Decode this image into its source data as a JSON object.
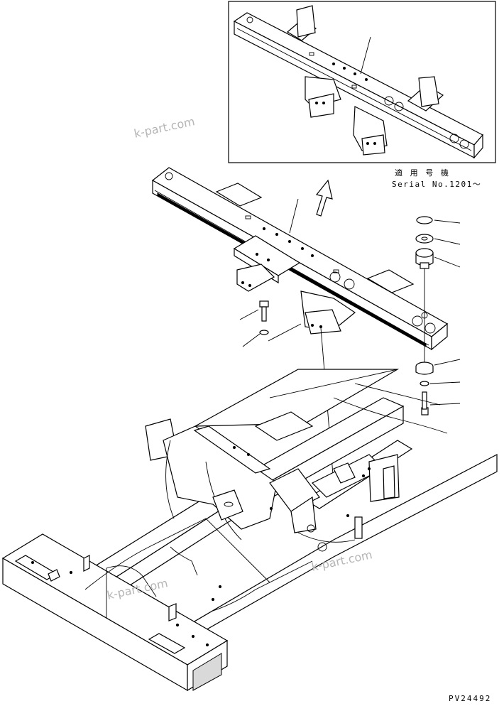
{
  "inset": {
    "applicable_label": "適 用 号 機",
    "serial_label": "Serial No.1201～"
  },
  "watermarks": [
    "k-part.com",
    "k-part.com",
    "k-part.com"
  ],
  "drawing_code": "PV24492"
}
